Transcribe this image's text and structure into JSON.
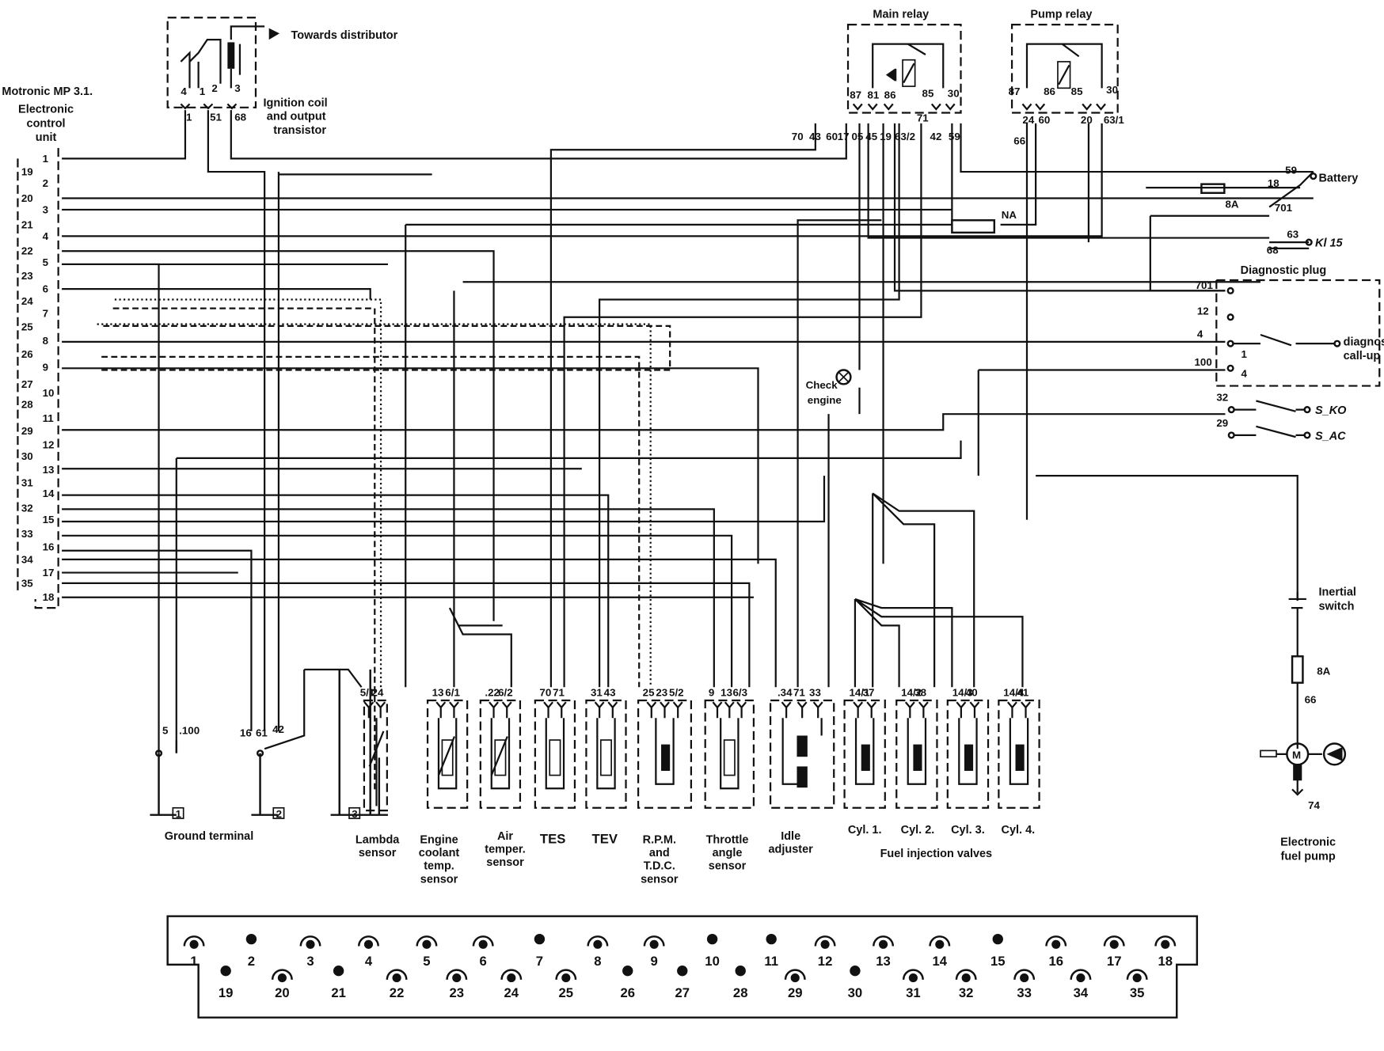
{
  "ecu": {
    "title": "Motronic MP 3.1.",
    "subtitle": [
      "Electronic",
      "control",
      "unit"
    ],
    "pins_right": [
      "1",
      "2",
      "3",
      "4",
      "5",
      "6",
      "7",
      "8",
      "9",
      "10",
      "11",
      "12",
      "13",
      "14",
      "15",
      "16",
      "17",
      "18"
    ],
    "pins_left": [
      "19",
      "20",
      "21",
      "22",
      "23",
      "24",
      "25",
      "26",
      "27",
      "28",
      "29",
      "30",
      "31",
      "32",
      "33",
      "34",
      "35"
    ]
  },
  "ignition": {
    "label": [
      "Ignition coil",
      "and output",
      "transistor"
    ],
    "to_distributor": "Towards distributor",
    "terminals": [
      "4",
      "1",
      "2",
      "3"
    ],
    "wires": [
      "1",
      "51",
      "68"
    ]
  },
  "main_relay": {
    "title": "Main relay",
    "terminals": [
      "87",
      "81",
      "86",
      "85",
      "30"
    ],
    "wires": [
      "70",
      "43",
      "60",
      "17",
      "05",
      "45",
      "19",
      "63/2",
      "71",
      "42",
      "59"
    ]
  },
  "pump_relay": {
    "title": "Pump relay",
    "terminals": [
      "87",
      "86",
      "85",
      "30"
    ],
    "wires": [
      "66",
      "24",
      "60",
      "20",
      "63/1"
    ]
  },
  "battery": {
    "label": "Battery",
    "wires": [
      "59",
      "18",
      "701"
    ],
    "fuse": "8A"
  },
  "fuse_na": "NA",
  "kl15": {
    "label": "Kl 15",
    "wires": [
      "63",
      "68"
    ]
  },
  "diag": {
    "title": "Diagnostic plug",
    "wires": [
      "701",
      "12",
      "4",
      "100"
    ],
    "pins": [
      "1",
      "4"
    ],
    "switch_label": [
      "diagnosis",
      "call-up"
    ]
  },
  "check_engine": [
    "Check",
    "engine"
  ],
  "switches": [
    {
      "wire": "32",
      "label": "S_KO"
    },
    {
      "wire": "29",
      "label": "S_AC"
    }
  ],
  "grounds": {
    "label": "Ground terminal",
    "g1": "1",
    "g2": "2",
    "g3": "3",
    "g1_wires": [
      "5",
      ".100"
    ],
    "g2_wires": [
      "16",
      "61",
      "42"
    ]
  },
  "components": [
    {
      "id": "lambda",
      "name": [
        "Lambda",
        "sensor"
      ],
      "pins": [
        "5/1",
        "24"
      ]
    },
    {
      "id": "coolant",
      "name": [
        "Engine",
        "coolant",
        "temp.",
        "sensor"
      ],
      "pins": [
        "13",
        "6/1"
      ]
    },
    {
      "id": "air",
      "name": [
        "Air",
        "temper.",
        "sensor"
      ],
      "pins": [
        ".22",
        "6/2"
      ]
    },
    {
      "id": "tes",
      "name": [
        "TES"
      ],
      "pins": [
        "70",
        "71"
      ]
    },
    {
      "id": "tev",
      "name": [
        "TEV"
      ],
      "pins": [
        "31",
        "43"
      ]
    },
    {
      "id": "rpm",
      "name": [
        "R.P.M.",
        "and",
        "T.D.C.",
        "sensor"
      ],
      "pins": [
        "25",
        "23",
        "5/2"
      ]
    },
    {
      "id": "throttle",
      "name": [
        "Throttle",
        "angle",
        "sensor"
      ],
      "pins": [
        "9",
        "13",
        "6/3"
      ]
    },
    {
      "id": "idle",
      "name": [
        "Idle",
        "adjuster"
      ],
      "pins": [
        ".34",
        "71",
        "33"
      ]
    },
    {
      "id": "cyl1",
      "name": [
        "Cyl. 1."
      ],
      "pins": [
        "14/1",
        "37"
      ]
    },
    {
      "id": "cyl2",
      "name": [
        "Cyl. 2."
      ],
      "pins": [
        "14/2",
        "38"
      ]
    },
    {
      "id": "cyl3",
      "name": [
        "Cyl. 3."
      ],
      "pins": [
        "14/3",
        "40"
      ]
    },
    {
      "id": "cyl4",
      "name": [
        "Cyl. 4."
      ],
      "pins": [
        "14/4",
        "41"
      ]
    }
  ],
  "injection_label": "Fuel injection valves",
  "pump": {
    "inertial": [
      "Inertial",
      "switch"
    ],
    "fuse": "8A",
    "wire66": "66",
    "wire74": "74",
    "label": [
      "Electronic",
      "fuel pump"
    ]
  },
  "connector": {
    "top": [
      "1",
      "2",
      "3",
      "4",
      "5",
      "6",
      "7",
      "8",
      "9",
      "10",
      "11",
      "12",
      "13",
      "14",
      "15",
      "16",
      "17",
      "18"
    ],
    "bottom": [
      "19",
      "20",
      "21",
      "22",
      "23",
      "24",
      "25",
      "26",
      "27",
      "28",
      "29",
      "30",
      "31",
      "32",
      "33",
      "34",
      "35"
    ]
  }
}
